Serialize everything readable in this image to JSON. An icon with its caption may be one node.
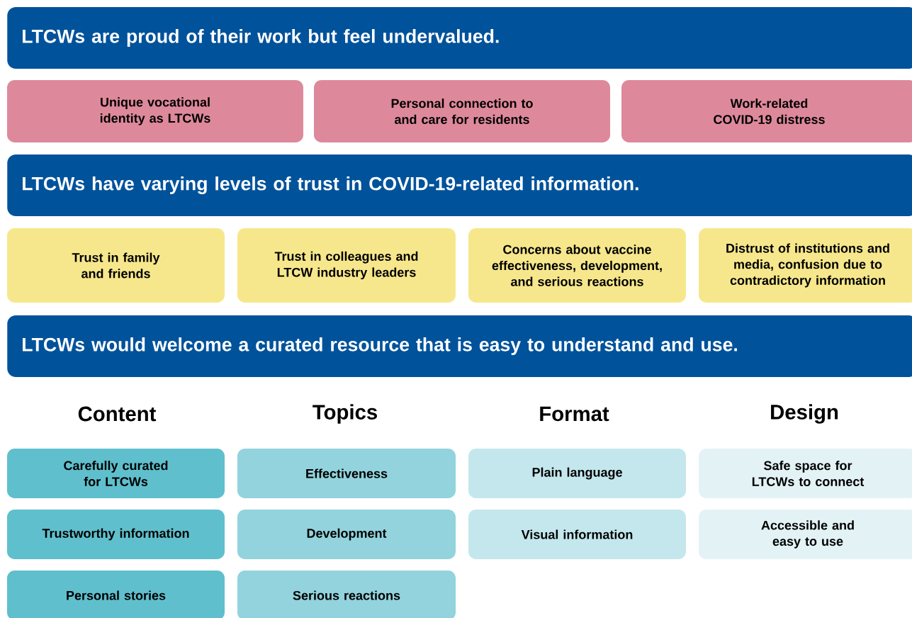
{
  "diagram": {
    "nodes": [
      {
        "text": [
          "LTCWs are proud of their work but feel undervalued."
        ]
      },
      {
        "text": [
          "Unique vocational identity as LTCWs"
        ]
      },
      {
        "text": [
          "Personal connection to and care for residents"
        ]
      },
      {
        "text": [
          "Work-related COVID-19 distress"
        ]
      },
      {
        "text": [
          "LTCWs have varying levels of trust in COVID-19-related information."
        ]
      },
      {
        "text": [
          "Trust in family and friends"
        ]
      },
      {
        "text": [
          "Trust in colleagues and LTCW industry leaders"
        ]
      },
      {
        "text": [
          "Concerns about vaccine effectiveness, development, and serious reactions"
        ]
      },
      {
        "text": [
          "Distrust of institutions and media, confusion due to contradictory information"
        ]
      },
      {
        "text": [
          "LTCWs would welcome a curated resource that is easy to understand and use."
        ]
      },
      {
        "text": [
          "Carefully curated for LTCWs"
        ]
      },
      {
        "text": [
          "Effectiveness"
        ]
      },
      {
        "text": [
          "Plain language"
        ]
      },
      {
        "text": [
          "Safe space for LTCWs to connect"
        ]
      },
      {
        "text": [
          "Trustworthy information"
        ]
      },
      {
        "text": [
          "Development"
        ]
      },
      {
        "text": [
          "Visual information"
        ]
      },
      {
        "text": [
          "Accessible and easy to use"
        ]
      },
      {
        "text": [
          "Personal stories"
        ]
      },
      {
        "text": [
          "Serious reactions"
        ]
      }
    ],
    "labels": [
      "Content",
      "Topics",
      "Format",
      "Design"
    ]
  }
}
